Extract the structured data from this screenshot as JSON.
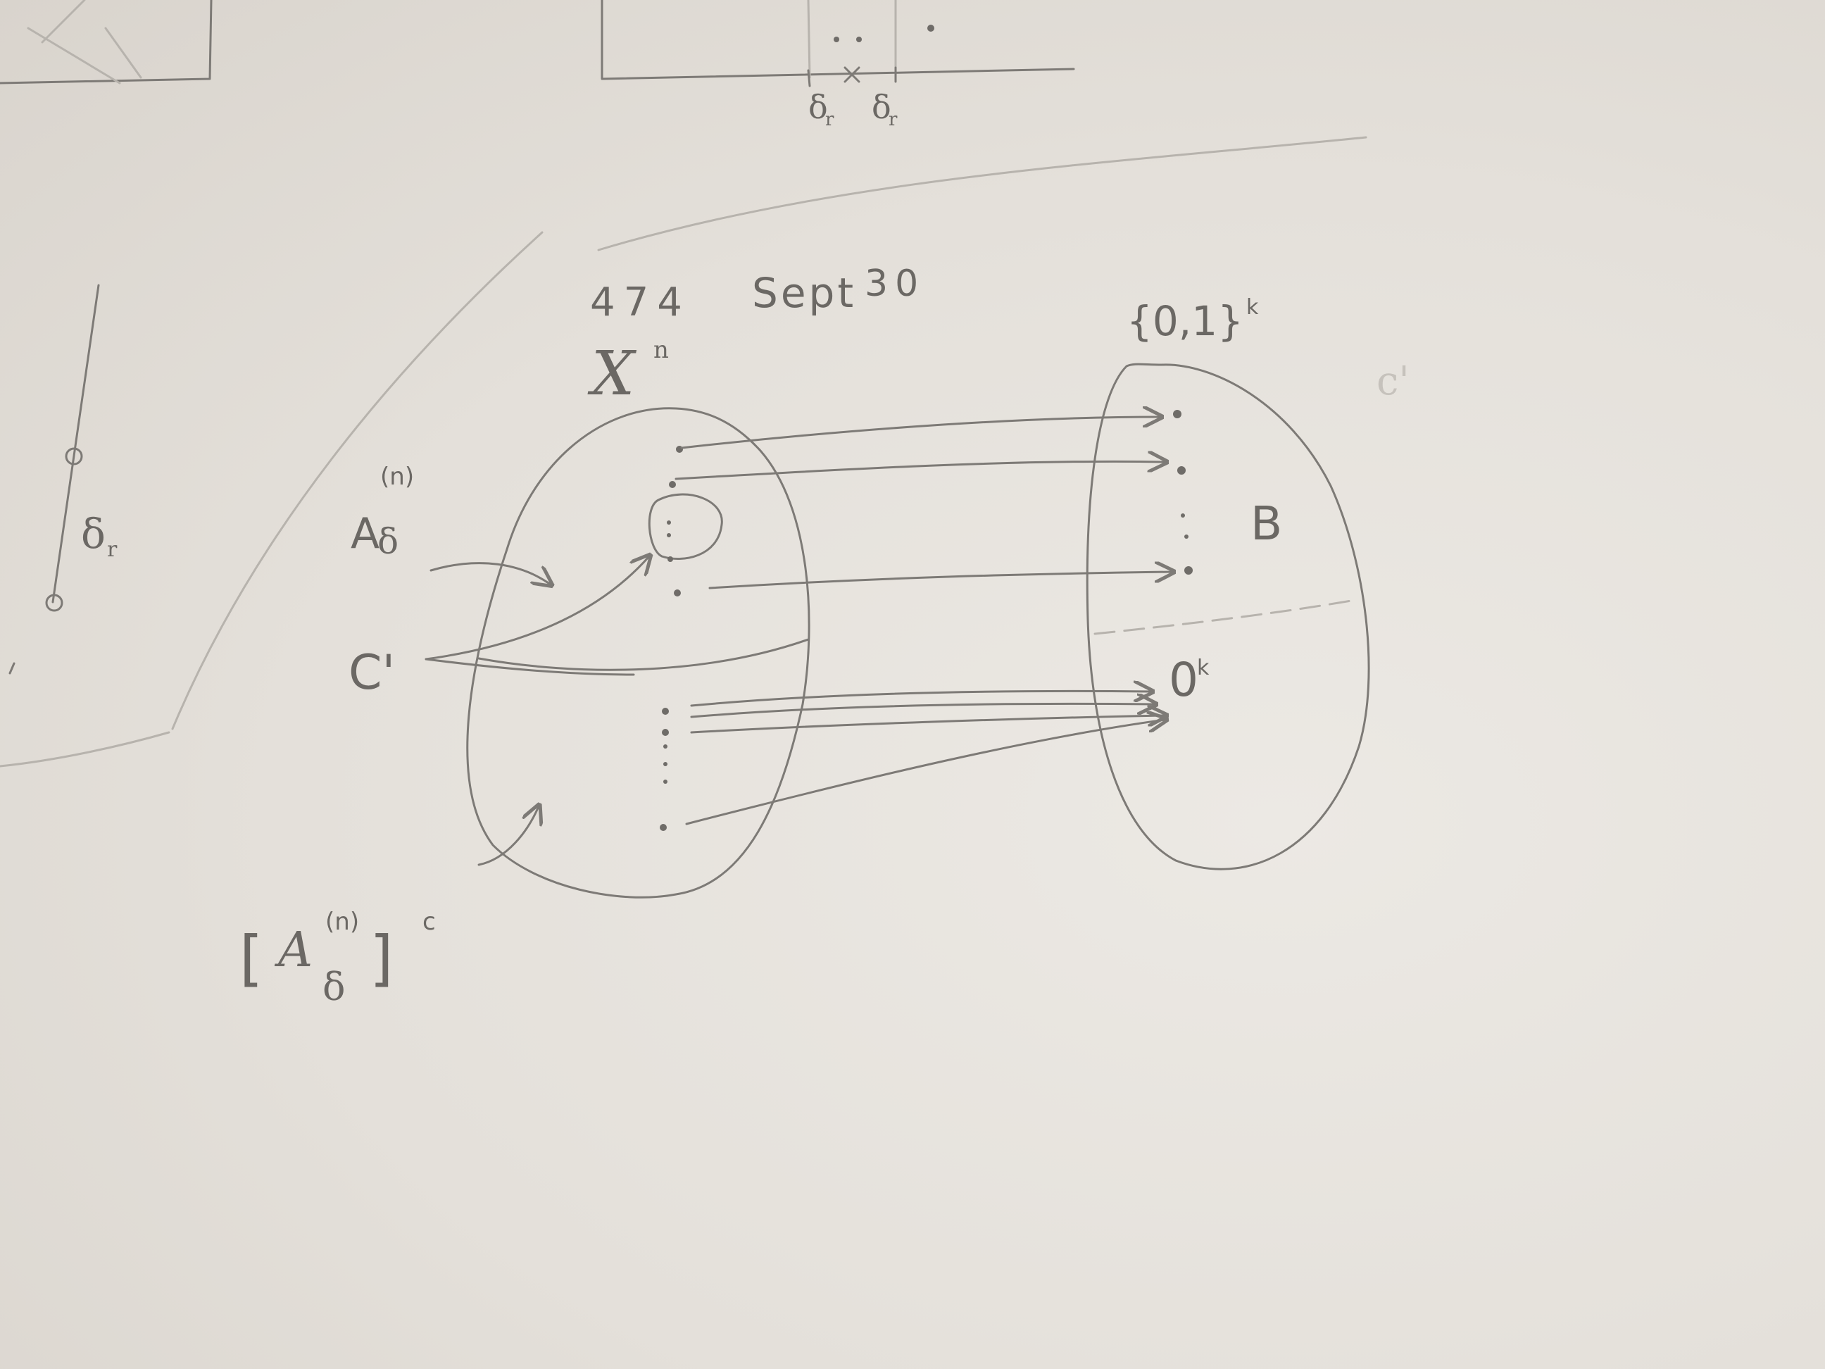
{
  "header": {
    "course": "474",
    "date_month": "Sept",
    "date_day": "30"
  },
  "left_set": {
    "symbol": "X",
    "exponent": "n"
  },
  "right_set": {
    "braces_label": "{0,1}",
    "braces_exponent": "k",
    "region_label": "B",
    "zero_label": "0",
    "zero_exponent": "k"
  },
  "labels": {
    "a_delta_main": "A",
    "a_delta_sub": "δ",
    "a_delta_sup": "(n)",
    "c_prime": "C'",
    "complement_open": "[",
    "complement_main": "A",
    "complement_sub": "δ",
    "complement_sup": "(n)",
    "complement_close": "]",
    "complement_exp": "c"
  },
  "margin_sketches": {
    "left_delta": "δ",
    "left_delta_sub": "r",
    "top_delta_1": "δ",
    "top_delta_2": "δ",
    "top_delta_sub": "r",
    "faint_c": "c'"
  }
}
